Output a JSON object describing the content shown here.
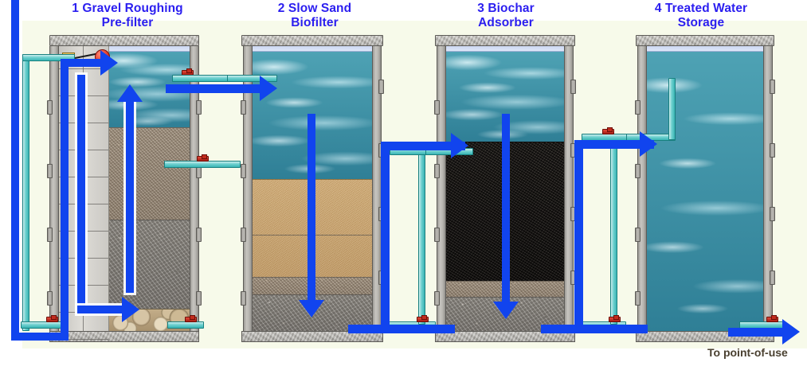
{
  "diagram": {
    "title": "Multi-barrier household water treatment train",
    "background_color": "#f7faea",
    "label_color": "#2b1ef0",
    "flow_arrow_color": "#1144ee",
    "pipe_color": "#39b5b4",
    "valve_color": "#c12b1d"
  },
  "stages": [
    {
      "number": "1",
      "label": "1 Gravel Roughing\nPre-filter",
      "flow_direction": "upflow",
      "layers": [
        {
          "name": "supernatant-water",
          "material": "water",
          "color": "#3d93a8"
        },
        {
          "name": "fine-gravel-layer",
          "material": "fine gravel",
          "color": "#9e8f7e"
        },
        {
          "name": "coarse-gravel-layer",
          "material": "coarse gravel",
          "color": "#8f8b86"
        },
        {
          "name": "cobble-layer",
          "material": "cobbles",
          "color": "#b9a37f"
        }
      ],
      "components": [
        "inlet-chamber",
        "float-valve",
        "inlet-nozzle",
        "outlet-pipe",
        "drain-valve"
      ]
    },
    {
      "number": "2",
      "label": "2 Slow Sand\nBiofilter",
      "flow_direction": "downflow",
      "layers": [
        {
          "name": "supernatant-water",
          "material": "water",
          "color": "#3d93a8"
        },
        {
          "name": "sand-bed",
          "material": "sand",
          "color": "#caa36a"
        },
        {
          "name": "gravel-underdrain-fine",
          "material": "fine gravel",
          "color": "#9e8f7e"
        },
        {
          "name": "gravel-underdrain-coarse",
          "material": "coarse gravel",
          "color": "#8f8b86"
        }
      ],
      "components": [
        "inlet-pipe",
        "outlet-riser-pipe",
        "top-valve",
        "bottom-valve"
      ]
    },
    {
      "number": "3",
      "label": "3 Biochar\nAdsorber",
      "flow_direction": "downflow",
      "layers": [
        {
          "name": "supernatant-water",
          "material": "water",
          "color": "#3d93a8"
        },
        {
          "name": "biochar-bed",
          "material": "biochar",
          "color": "#2c2723"
        },
        {
          "name": "gravel-underdrain-fine",
          "material": "fine gravel",
          "color": "#9e8f7e"
        },
        {
          "name": "gravel-underdrain-coarse",
          "material": "coarse gravel",
          "color": "#8f8b86"
        }
      ],
      "components": [
        "inlet-pipe",
        "outlet-riser-pipe",
        "top-valve",
        "bottom-valve"
      ]
    },
    {
      "number": "4",
      "label": "4 Treated Water\nStorage",
      "flow_direction": "storage",
      "layers": [
        {
          "name": "stored-treated-water",
          "material": "water",
          "color": "#3d93a8"
        }
      ],
      "components": [
        "inlet-drop-pipe",
        "outlet-tap",
        "outlet-valve"
      ]
    }
  ],
  "annotations": {
    "outlet_note": "To point-of-use",
    "raw_water_feed": "raw-water-inlet-line"
  }
}
